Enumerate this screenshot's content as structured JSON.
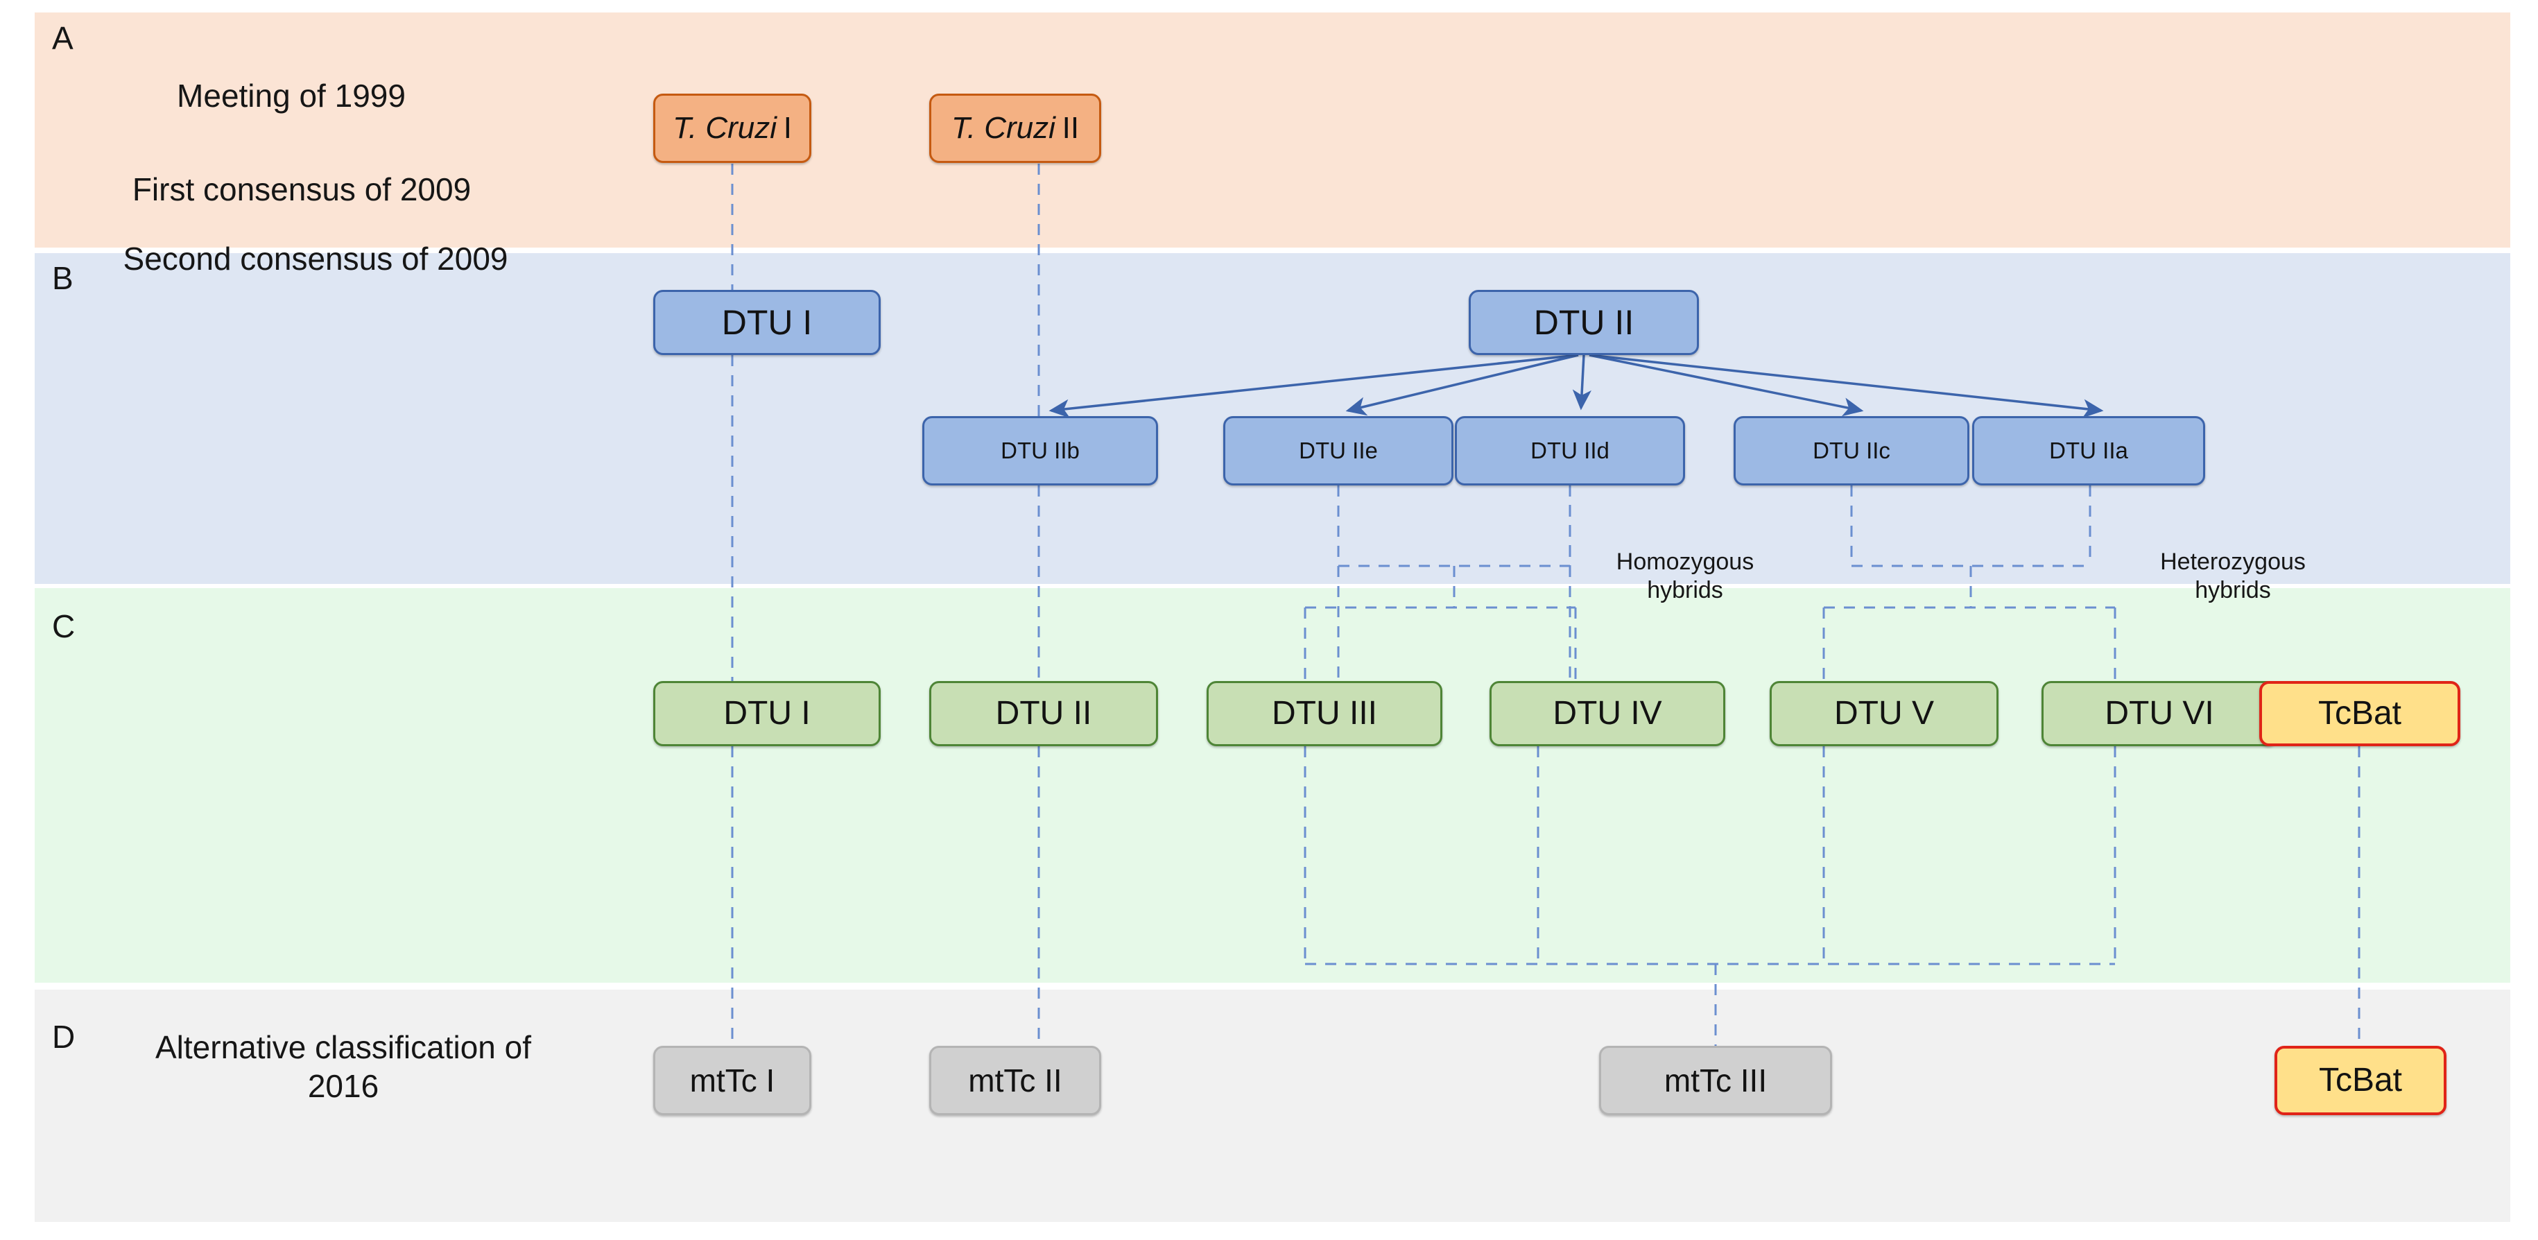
{
  "figure": {
    "title": "Evolution of Trypanosoma cruzi classification schemes",
    "type": "hierarchy-timeline-diagram"
  },
  "panels": [
    {
      "letter": "A",
      "caption": "Meeting of 1999",
      "background": "#fbe4d5",
      "nodes": [
        {
          "id": "a1",
          "label_italic": "T. Cruzi",
          "label_roman": "I",
          "style": "orange"
        },
        {
          "id": "a2",
          "label_italic": "T. Cruzi",
          "label_roman": "II",
          "style": "orange"
        }
      ]
    },
    {
      "letter": "B",
      "caption": "First consensus of 2009",
      "background": "#dee6f3",
      "nodes": [
        {
          "id": "b-dtu1",
          "label": "DTU I",
          "style": "blue-main"
        },
        {
          "id": "b-dtu2",
          "label": "DTU II",
          "style": "blue-main"
        },
        {
          "id": "b-iib",
          "label": "DTU IIb",
          "style": "blue-sub"
        },
        {
          "id": "b-iie",
          "label": "DTU IIe",
          "style": "blue-sub"
        },
        {
          "id": "b-iid",
          "label": "DTU IId",
          "style": "blue-sub"
        },
        {
          "id": "b-iic",
          "label": "DTU IIc",
          "style": "blue-sub"
        },
        {
          "id": "b-iia",
          "label": "DTU IIa",
          "style": "blue-sub"
        }
      ],
      "annotations": [
        {
          "id": "homozygous",
          "line1": "Homozygous",
          "line2": "hybrids"
        },
        {
          "id": "heterozygous",
          "line1": "Heterozygous",
          "line2": "hybrids"
        }
      ]
    },
    {
      "letter": "C",
      "caption": "Second consensus of 2009",
      "background": "#e6f9e8",
      "nodes": [
        {
          "id": "c-dtu1",
          "label": "DTU I",
          "style": "green"
        },
        {
          "id": "c-dtu2",
          "label": "DTU II",
          "style": "green"
        },
        {
          "id": "c-dtu3",
          "label": "DTU III",
          "style": "green"
        },
        {
          "id": "c-dtu4",
          "label": "DTU IV",
          "style": "green"
        },
        {
          "id": "c-dtu5",
          "label": "DTU V",
          "style": "green"
        },
        {
          "id": "c-dtu6",
          "label": "DTU VI",
          "style": "green"
        },
        {
          "id": "c-tcbat",
          "label": "TcBat",
          "style": "yellow"
        }
      ]
    },
    {
      "letter": "D",
      "caption": "Alternative classification of 2016",
      "background": "#f1f1f1",
      "nodes": [
        {
          "id": "d-mt1",
          "label": "mtTc I",
          "style": "grey"
        },
        {
          "id": "d-mt2",
          "label": "mtTc II",
          "style": "grey"
        },
        {
          "id": "d-mt3",
          "label": "mtTc III",
          "style": "grey"
        },
        {
          "id": "d-tcbat",
          "label": "TcBat",
          "style": "yellow"
        }
      ]
    }
  ],
  "colors": {
    "panel_a_bg": "#fbe4d5",
    "panel_b_bg": "#dee6f3",
    "panel_c_bg": "#e6f9e8",
    "panel_d_bg": "#f1f1f1",
    "orange_fill": "#f4b183",
    "orange_stroke": "#c55a11",
    "blue_fill": "#9cb9e4",
    "blue_stroke": "#3c64ab",
    "green_fill": "#c8dfb4",
    "green_stroke": "#4e8536",
    "yellow_fill": "#ffe08a",
    "red_stroke": "#e02418",
    "grey_fill": "#d0d0d0",
    "grey_stroke": "#b4b4b4",
    "connector": "#5b84c4"
  },
  "connections": {
    "arrows_from_dtu2_to": [
      "DTU IIb",
      "DTU IIe",
      "DTU IId",
      "DTU IIc",
      "DTU IIa"
    ],
    "hybrid_groups": [
      {
        "label": "Homozygous hybrids",
        "parents": [
          "DTU IIe",
          "DTU IId"
        ],
        "child": "DTU V"
      },
      {
        "label": "Heterozygous hybrids",
        "parents": [
          "DTU IIc",
          "DTU IIa"
        ],
        "child": "DTU VI"
      }
    ],
    "vertical_links": [
      {
        "from": "T. Cruzi I",
        "to": "DTU I (B)",
        "then": "DTU I (C)",
        "then2": "mtTc I"
      },
      {
        "from": "T. Cruzi II",
        "to": "DTU IIb",
        "then": "DTU II (C)",
        "then2": "mtTc II"
      },
      {
        "from": "DTU IIe",
        "to": "DTU III"
      },
      {
        "from": "DTU IId",
        "to": "DTU IV"
      },
      {
        "from": "TcBat (C)",
        "to": "TcBat (D)"
      }
    ],
    "mttc3_bracket_members": [
      "DTU III",
      "DTU IV",
      "DTU V",
      "DTU VI"
    ]
  }
}
